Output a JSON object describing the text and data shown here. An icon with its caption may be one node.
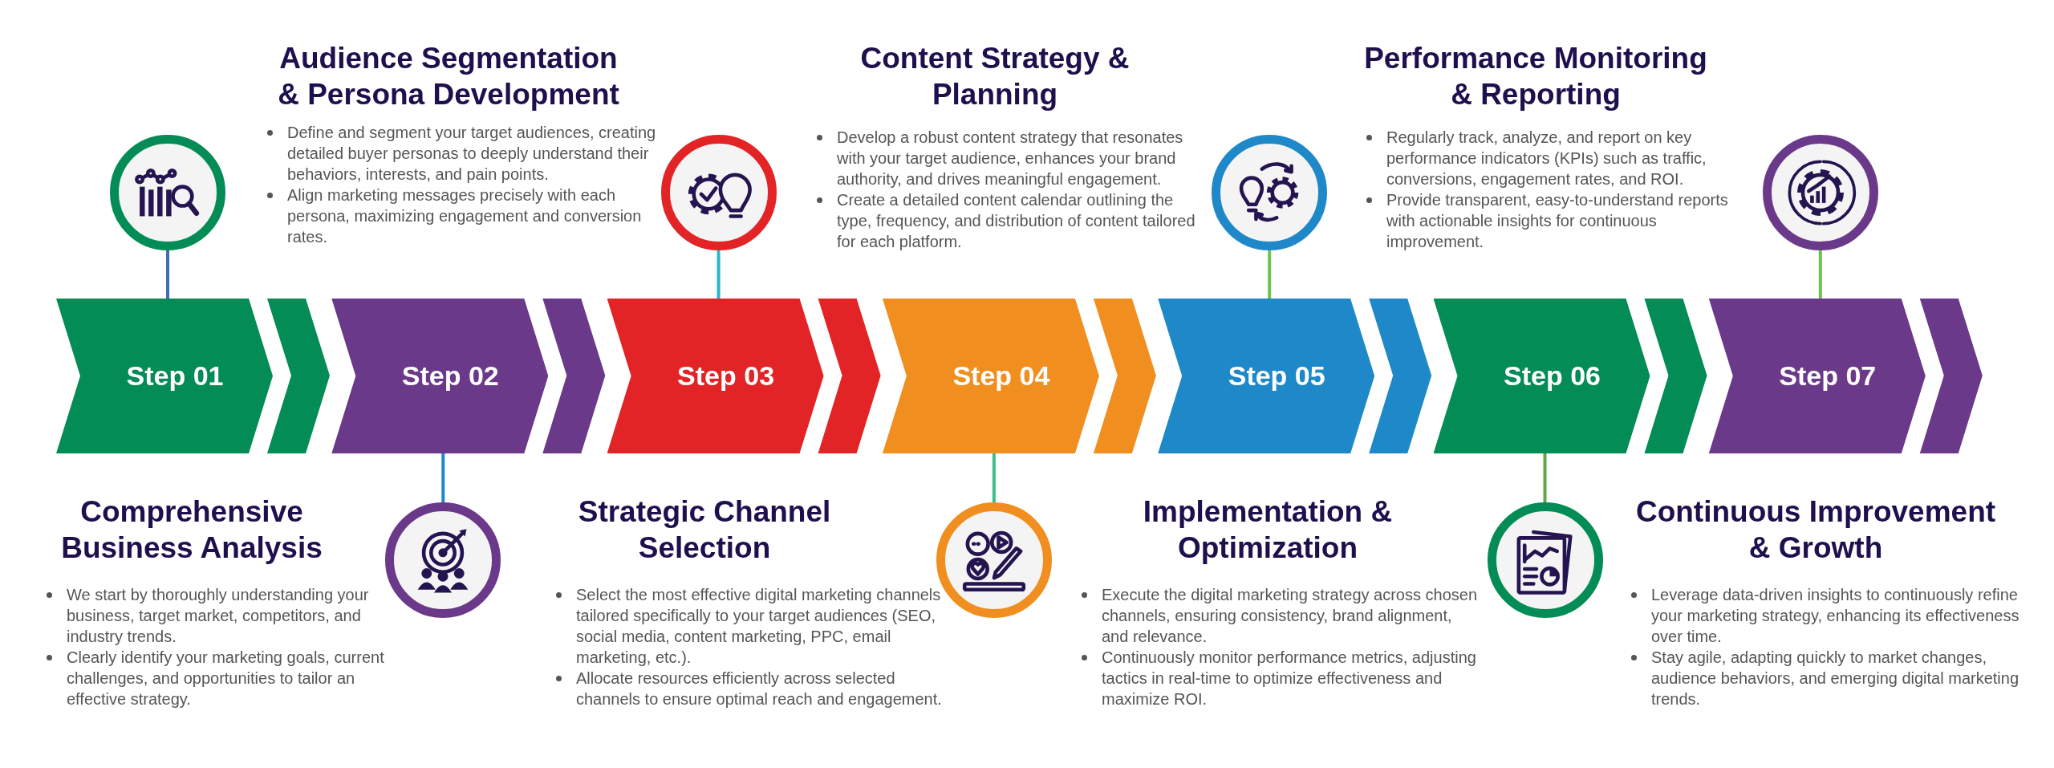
{
  "diagram": {
    "nodes": [
      {
        "text": [
          "Step 01"
        ],
        "beside": [
          "Comprehensive Business Analysis",
          "We start by thoroughly understanding your business, target market, competitors, and industry trends.",
          "Clearly identify your marketing goals, current challenges, and opportunities to tailor an effective strategy."
        ]
      },
      {
        "text": [
          "Step 02"
        ],
        "beside": [
          "Audience Segmentation & Persona Development",
          "Define and segment your target audiences, creating detailed buyer personas to deeply understand their behaviors, interests, and pain points.",
          "Align marketing messages precisely with each persona, maximizing engagement and conversion rates."
        ]
      },
      {
        "text": [
          "Step 03"
        ],
        "beside": [
          "Strategic Channel Selection",
          "Select the most effective digital marketing channels tailored specifically to your target audiences (SEO, social media, content marketing, PPC, email marketing, etc.).",
          "Allocate resources efficiently across selected channels to ensure optimal reach and engagement."
        ]
      },
      {
        "text": [
          "Step 04"
        ],
        "beside": [
          "Content Strategy & Planning",
          "Develop a robust content strategy that resonates with your target audience, enhances your brand authority, and drives meaningful engagement.",
          "Create a detailed content calendar outlining the type, frequency, and distribution of content tailored for each platform."
        ]
      },
      {
        "text": [
          "Step 05"
        ],
        "beside": [
          "Implementation & Optimization",
          "Execute the digital marketing strategy across chosen channels, ensuring consistency, brand alignment, and relevance.",
          "Continuously monitor performance metrics, adjusting tactics in real-time to optimize effectiveness and maximize ROI."
        ]
      },
      {
        "text": [
          "Step 06"
        ],
        "beside": [
          "Performance Monitoring & Reporting",
          "Regularly track, analyze, and report on key performance indicators (KPIs) such as traffic, conversions, engagement rates, and ROI.",
          "Provide transparent, easy-to-understand reports with actionable insights for continuous improvement."
        ]
      },
      {
        "text": [
          "Step 07"
        ],
        "beside": [
          "Continuous Improvement & Growth",
          "Leverage data-driven insights to continuously refine your marketing strategy, enhancing its effectiveness over time.",
          "Stay agile, adapting quickly to market changes, audience behaviors, and emerging digital marketing trends."
        ]
      },
      {
        "text": [],
        "shape": "circle"
      },
      {
        "text": [],
        "shape": "circle"
      },
      {
        "text": [],
        "shape": "circle"
      },
      {
        "text": [],
        "shape": "circle"
      },
      {
        "text": [],
        "shape": "circle"
      },
      {
        "text": [],
        "shape": "circle"
      },
      {
        "text": [],
        "shape": "circle"
      }
    ],
    "edges": [
      {
        "from": 7,
        "to": 0,
        "arrow": "none",
        "color": "#3b6fb6"
      },
      {
        "from": 8,
        "to": 1,
        "arrow": "none",
        "color": "#1e88c8"
      },
      {
        "from": 9,
        "to": 2,
        "arrow": "none",
        "color": "#2bb5c8"
      },
      {
        "from": 10,
        "to": 3,
        "arrow": "none",
        "color": "#3cbf8a"
      },
      {
        "from": 11,
        "to": 4,
        "arrow": "none",
        "color": "#6cc24a"
      },
      {
        "from": 12,
        "to": 5,
        "arrow": "none",
        "color": "#5ca845"
      },
      {
        "from": 13,
        "to": 6,
        "arrow": "none",
        "color": "#6cc24a"
      },
      {
        "from": 0,
        "to": 1,
        "arrow": "to",
        "color": "#038c55"
      },
      {
        "from": 1,
        "to": 2,
        "arrow": "to",
        "color": "#6b398a"
      },
      {
        "from": 2,
        "to": 3,
        "arrow": "to",
        "color": "#e22426"
      },
      {
        "from": 3,
        "to": 4,
        "arrow": "to",
        "color": "#f08f1f"
      },
      {
        "from": 4,
        "to": 5,
        "arrow": "to",
        "color": "#1e88c8"
      },
      {
        "from": 5,
        "to": 6,
        "arrow": "to",
        "color": "#038c55"
      },
      {
        "from": 6,
        "to": null,
        "arrow": "to",
        "color": "#6b398a"
      }
    ]
  }
}
